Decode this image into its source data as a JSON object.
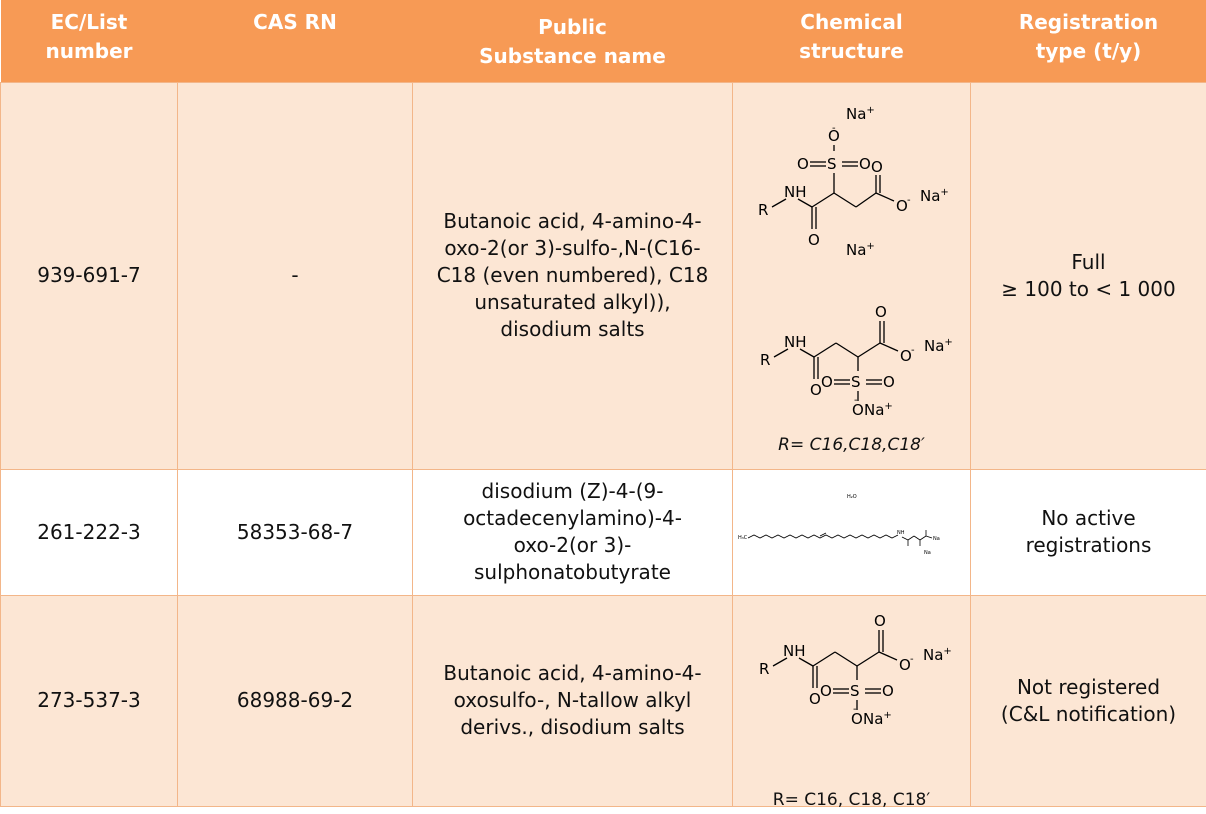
{
  "headers": {
    "ec": [
      "EC/List",
      "number"
    ],
    "cas": [
      "CAS RN"
    ],
    "name": [
      "Public",
      "Substance name"
    ],
    "structure": [
      "Chemical",
      "structure"
    ],
    "registration": [
      "Registration",
      "type (t/y)"
    ]
  },
  "rows": [
    {
      "ec": "939-691-7",
      "cas": "-",
      "name": "Butanoic acid, 4-amino-4-oxo-2(or 3)-sulfo-,N-(C16-C18 (even numbered), C18 unsaturated alkyl)), disodium salts",
      "structure_note": "R= C16,C18,C18′",
      "registration_line1": "Full",
      "registration_line2": "≥ 100 to < 1 000"
    },
    {
      "ec": "261-222-3",
      "cas": "58353-68-7",
      "name": "disodium (Z)-4-(9-octadecenylamino)-4-oxo-2(or 3)-sulphonatobutyrate",
      "registration_line1": "No active",
      "registration_line2": "registrations"
    },
    {
      "ec": "273-537-3",
      "cas": "68988-69-2",
      "name": "Butanoic acid, 4-amino-4-oxosulfo-, N-tallow alkyl derivs., disodium salts",
      "structure_note": "R= C16, C18, C18′",
      "registration_line1": "Not registered",
      "registration_line2": "(C&L notification)"
    }
  ],
  "atoms": {
    "na": "Na",
    "plus": "+",
    "minus": "-",
    "o": "O",
    "s": "S",
    "nh": "NH",
    "r": "R",
    "h2o": "H₂O"
  },
  "colors": {
    "header_bg": "#f79a55",
    "row_tint": "#fce6d4",
    "border": "#f3b689"
  }
}
